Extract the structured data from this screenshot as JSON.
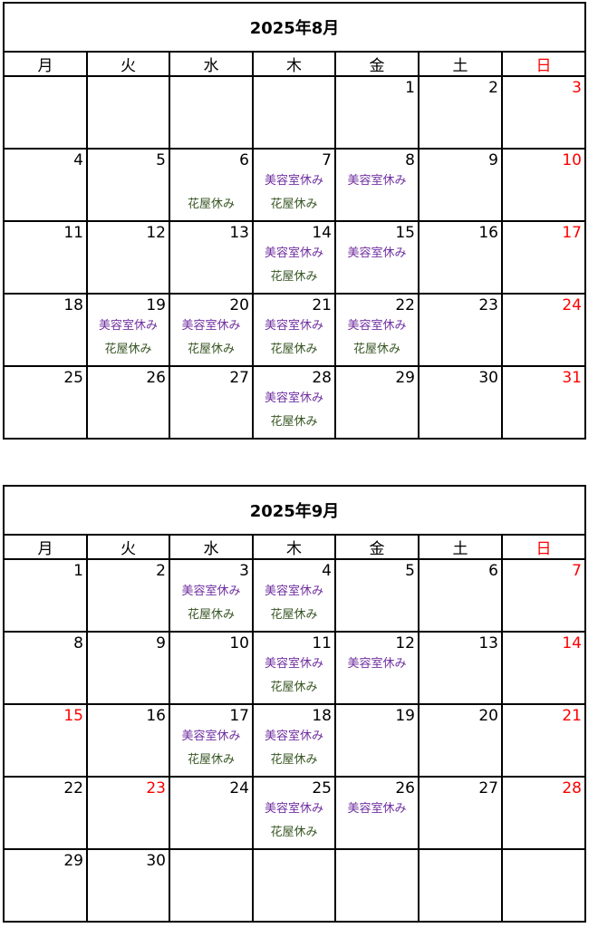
{
  "colors": {
    "sunday": "#ff0000",
    "biyou": "#7030a0",
    "hanaya": "#375623",
    "grid": "#000000"
  },
  "event_labels": {
    "biyou": "美容室休み",
    "hanaya": "花屋休み"
  },
  "weekdays": [
    "月",
    "火",
    "水",
    "木",
    "金",
    "土",
    "日"
  ],
  "calendars": [
    {
      "title": "2025年8月",
      "weeks": [
        [
          {
            "d": ""
          },
          {
            "d": ""
          },
          {
            "d": ""
          },
          {
            "d": ""
          },
          {
            "d": "1"
          },
          {
            "d": "2"
          },
          {
            "d": "3",
            "red": true
          }
        ],
        [
          {
            "d": "4"
          },
          {
            "d": "5"
          },
          {
            "d": "6",
            "hanaya": true,
            "slot2only": true
          },
          {
            "d": "7",
            "biyou": true,
            "hanaya": true
          },
          {
            "d": "8",
            "biyou": true
          },
          {
            "d": "9"
          },
          {
            "d": "10",
            "red": true
          }
        ],
        [
          {
            "d": "11"
          },
          {
            "d": "12"
          },
          {
            "d": "13"
          },
          {
            "d": "14",
            "biyou": true,
            "hanaya": true
          },
          {
            "d": "15",
            "biyou": true
          },
          {
            "d": "16"
          },
          {
            "d": "17",
            "red": true
          }
        ],
        [
          {
            "d": "18"
          },
          {
            "d": "19",
            "biyou": true,
            "hanaya": true
          },
          {
            "d": "20",
            "biyou": true,
            "hanaya": true
          },
          {
            "d": "21",
            "biyou": true,
            "hanaya": true
          },
          {
            "d": "22",
            "biyou": true,
            "hanaya": true
          },
          {
            "d": "23"
          },
          {
            "d": "24",
            "red": true
          }
        ],
        [
          {
            "d": "25"
          },
          {
            "d": "26"
          },
          {
            "d": "27"
          },
          {
            "d": "28",
            "biyou": true,
            "hanaya": true
          },
          {
            "d": "29"
          },
          {
            "d": "30"
          },
          {
            "d": "31",
            "red": true
          }
        ]
      ]
    },
    {
      "title": "2025年9月",
      "weeks": [
        [
          {
            "d": "1"
          },
          {
            "d": "2"
          },
          {
            "d": "3",
            "biyou": true,
            "hanaya": true
          },
          {
            "d": "4",
            "biyou": true,
            "hanaya": true
          },
          {
            "d": "5"
          },
          {
            "d": "6"
          },
          {
            "d": "7",
            "red": true
          }
        ],
        [
          {
            "d": "8"
          },
          {
            "d": "9"
          },
          {
            "d": "10"
          },
          {
            "d": "11",
            "biyou": true,
            "hanaya": true
          },
          {
            "d": "12",
            "biyou": true
          },
          {
            "d": "13"
          },
          {
            "d": "14",
            "red": true
          }
        ],
        [
          {
            "d": "15",
            "red": true
          },
          {
            "d": "16"
          },
          {
            "d": "17",
            "biyou": true,
            "hanaya": true
          },
          {
            "d": "18",
            "biyou": true,
            "hanaya": true
          },
          {
            "d": "19"
          },
          {
            "d": "20"
          },
          {
            "d": "21",
            "red": true
          }
        ],
        [
          {
            "d": "22"
          },
          {
            "d": "23",
            "red": true
          },
          {
            "d": "24"
          },
          {
            "d": "25",
            "biyou": true,
            "hanaya": true
          },
          {
            "d": "26",
            "biyou": true
          },
          {
            "d": "27"
          },
          {
            "d": "28",
            "red": true
          }
        ],
        [
          {
            "d": "29"
          },
          {
            "d": "30"
          },
          {
            "d": ""
          },
          {
            "d": ""
          },
          {
            "d": ""
          },
          {
            "d": ""
          },
          {
            "d": ""
          }
        ]
      ]
    }
  ]
}
